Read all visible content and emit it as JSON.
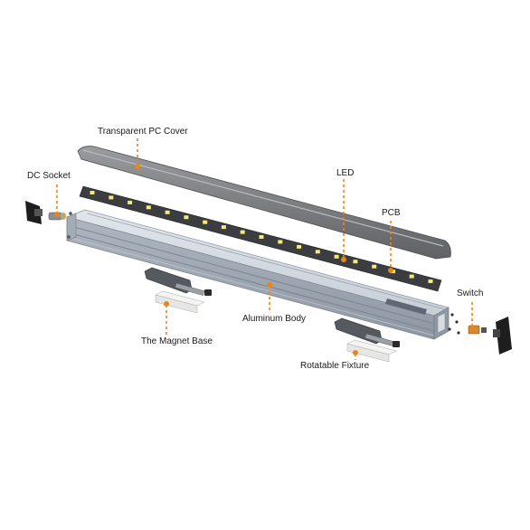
{
  "diagram": {
    "labels": {
      "pc_cover": "Transparent PC Cover",
      "dc_socket": "DC Socket",
      "led": "LED",
      "pcb": "PCB",
      "switch": "Switch",
      "aluminum_body": "Aluminum Body",
      "magnet_base": "The Magnet Base",
      "rotatable_fixture": "Rotatable Fixture"
    },
    "colors": {
      "leader_line": "#e8861e",
      "aluminum": "#b9c0c8",
      "pcb": "#3b3d40",
      "led": "#f3ec7a",
      "cover": "#7a7c80",
      "end_cap": "#1e1e1e"
    }
  }
}
